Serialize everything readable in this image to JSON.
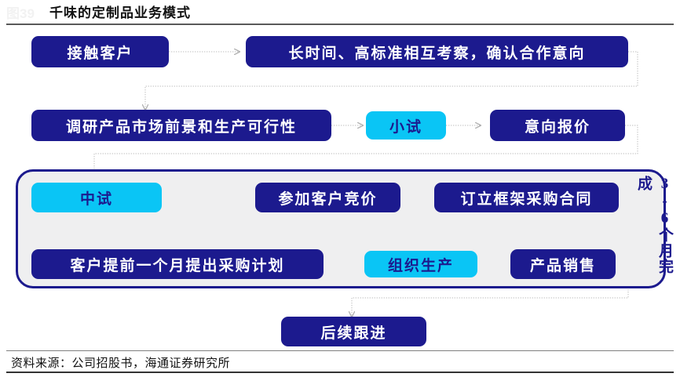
{
  "header": {
    "figure_label": "图39",
    "title": "千味的定制品业务模式"
  },
  "source": {
    "text": "资料来源：公司招股书，海通证券研究所"
  },
  "colors": {
    "navy": "#1c1a8e",
    "cyan": "#0ac5f5",
    "group_bg": "#efeff0",
    "connector": "#b3b3b3"
  },
  "flow": {
    "row1": [
      {
        "label": "接触客户",
        "style": "navy"
      },
      {
        "label": "长时间、高标准相互考察，确认合作意向",
        "style": "navy"
      }
    ],
    "row2": [
      {
        "label": "调研产品市场前景和生产可行性",
        "style": "navy"
      },
      {
        "label": "小试",
        "style": "cyan"
      },
      {
        "label": "意向报价",
        "style": "navy"
      }
    ],
    "group": {
      "label": "3-6个月完成",
      "row1": [
        {
          "label": "中试",
          "style": "cyan"
        },
        {
          "label": "参加客户竞价",
          "style": "navy"
        },
        {
          "label": "订立框架采购合同",
          "style": "navy"
        }
      ],
      "row2": [
        {
          "label": "客户提前一个月提出采购计划",
          "style": "navy"
        },
        {
          "label": "组织生产",
          "style": "cyan"
        },
        {
          "label": "产品销售",
          "style": "navy"
        }
      ]
    },
    "row_final": [
      {
        "label": "后续跟进",
        "style": "navy"
      }
    ]
  }
}
